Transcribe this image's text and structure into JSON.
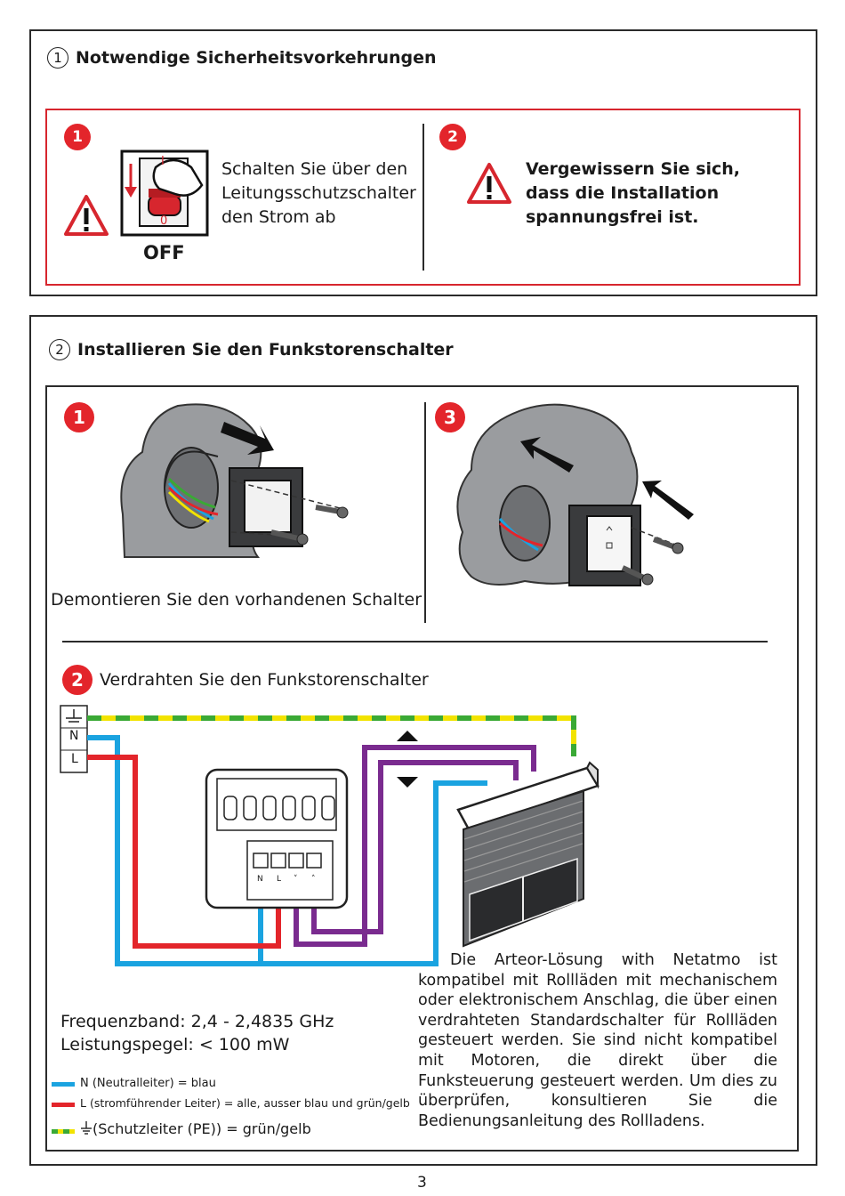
{
  "section1": {
    "number": "1",
    "title": "Notwendige Sicherheitsvorkehrungen",
    "step1": {
      "badge": "1",
      "switch_on": "I",
      "switch_off": "0",
      "off_label": "OFF",
      "text_lines": [
        "Schalten Sie über den",
        "Leitungsschutzschalter",
        "den Strom ab"
      ]
    },
    "step2": {
      "badge": "2",
      "text_lines": [
        "Vergewissern Sie sich,",
        "dass die Installation",
        "spannungsfrei ist."
      ]
    }
  },
  "section2": {
    "number": "2",
    "title": "Installieren Sie den Funkstorenschalter",
    "step1": {
      "badge": "1",
      "caption": "Demontieren Sie den vorhandenen Schalter"
    },
    "step3": {
      "badge": "3"
    },
    "step2": {
      "badge": "2",
      "caption": "Verdrahten Sie den Funkstorenschalter",
      "terminal_labels": [
        "N",
        "L"
      ],
      "switch_terminals": [
        "N",
        "L",
        "˅",
        "˄"
      ]
    },
    "specs": {
      "frequency": "Frequenzband: 2,4 - 2,4835 GHz",
      "power": "Leistungspegel: < 100 mW"
    },
    "legend": {
      "neutral": "N (Neutralleiter) = blau",
      "live": "L  (stromführender Leiter) =  alle, ausser blau und grün/gelb",
      "earth": "(Schutzleiter (PE)) = grün/gelb"
    },
    "note": "Die Arteor-Lösung with Netatmo ist kompatibel mit Rollläden mit mechanischem oder elektronischem Anschlag, die über einen verdrahteten Standardschalter für Rollläden gesteuert werden. Sie sind nicht kompatibel mit Motoren, die direkt über die Funksteuerung gesteuert werden. Um dies zu überprüfen, konsultieren Sie die Bedienungsanleitung des Rollladens."
  },
  "page_number": "3",
  "colors": {
    "red": "#e3252b",
    "blue": "#1aa3e0",
    "green": "#3aa935",
    "yellow": "#f2e300",
    "purple": "#7a2b8f"
  }
}
